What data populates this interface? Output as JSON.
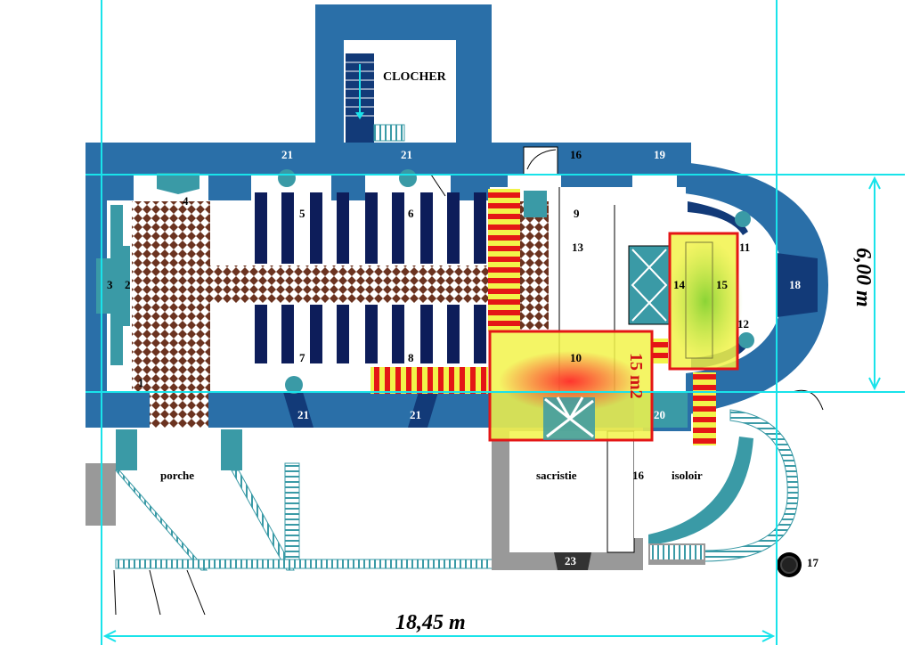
{
  "labels": {
    "clocher": "CLOCHER",
    "porche": "porche",
    "sacristie": "sacristie",
    "isoloir": "isoloir"
  },
  "numbers": {
    "n1": "1",
    "n2": "2",
    "n3": "3",
    "n4": "4",
    "n5": "5",
    "n6": "6",
    "n7": "7",
    "n8": "8",
    "n9": "9",
    "n10": "10",
    "n11": "11",
    "n12": "12",
    "n13": "13",
    "n14": "14",
    "n15": "15",
    "n16a": "16",
    "n16b": "16",
    "n17": "17",
    "n18": "18",
    "n19": "19",
    "n20": "20",
    "n21a": "21",
    "n21b": "21",
    "n21c": "21",
    "n21d": "21",
    "n23": "23"
  },
  "dimensions": {
    "width": "18,45 m",
    "height": "6,00 m"
  },
  "area_label": "15 m2",
  "colors": {
    "wall": "#2a6fa8",
    "wall_dark": "#123a78",
    "guide_line": "#19e3ea",
    "highlight_yellow": "#f2f34a",
    "highlight_red": "#e41616",
    "pew": "#0d1d5a",
    "floor_tile": "#6b3320",
    "teal_fixture": "#3a9aa6"
  }
}
